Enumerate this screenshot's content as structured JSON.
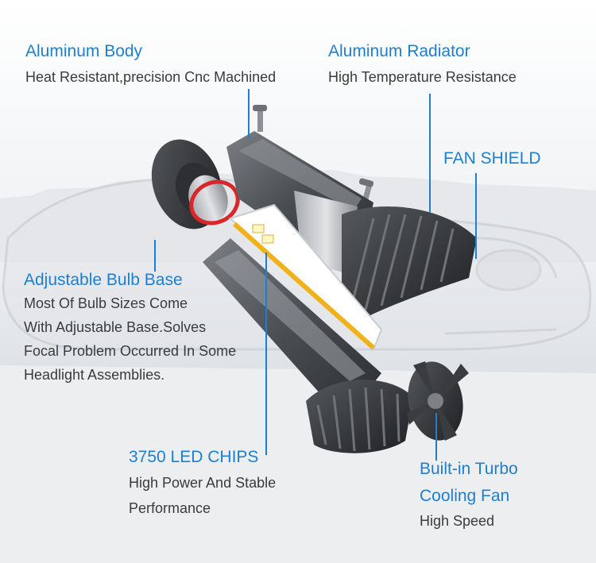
{
  "callouts": {
    "aluminum_body": {
      "title": "Aluminum Body",
      "desc": "Heat Resistant,precision Cnc Machined"
    },
    "aluminum_radiator": {
      "title": "Aluminum Radiator",
      "desc": "High Temperature Resistance"
    },
    "fan_shield": {
      "title": "FAN SHIELD"
    },
    "adjustable_base": {
      "title": "Adjustable Bulb Base",
      "desc_lines": [
        "Most Of Bulb Sizes Come",
        "With Adjustable Base.Solves",
        "Focal Problem Occurred In Some",
        "Headlight Assemblies."
      ]
    },
    "led_chips": {
      "title": "3750 LED CHIPS",
      "desc_lines": [
        "High Power And Stable",
        "Performance"
      ]
    },
    "turbo_fan": {
      "title_lines": [
        "Built-in Turbo",
        "Cooling Fan"
      ],
      "desc": "High Speed"
    }
  },
  "colors": {
    "accent": "#1e7fd0",
    "text": "#3b3b3b",
    "background": "#f4f5f7",
    "o_ring": "#d8262b",
    "led_strip": "#f0b21a"
  }
}
